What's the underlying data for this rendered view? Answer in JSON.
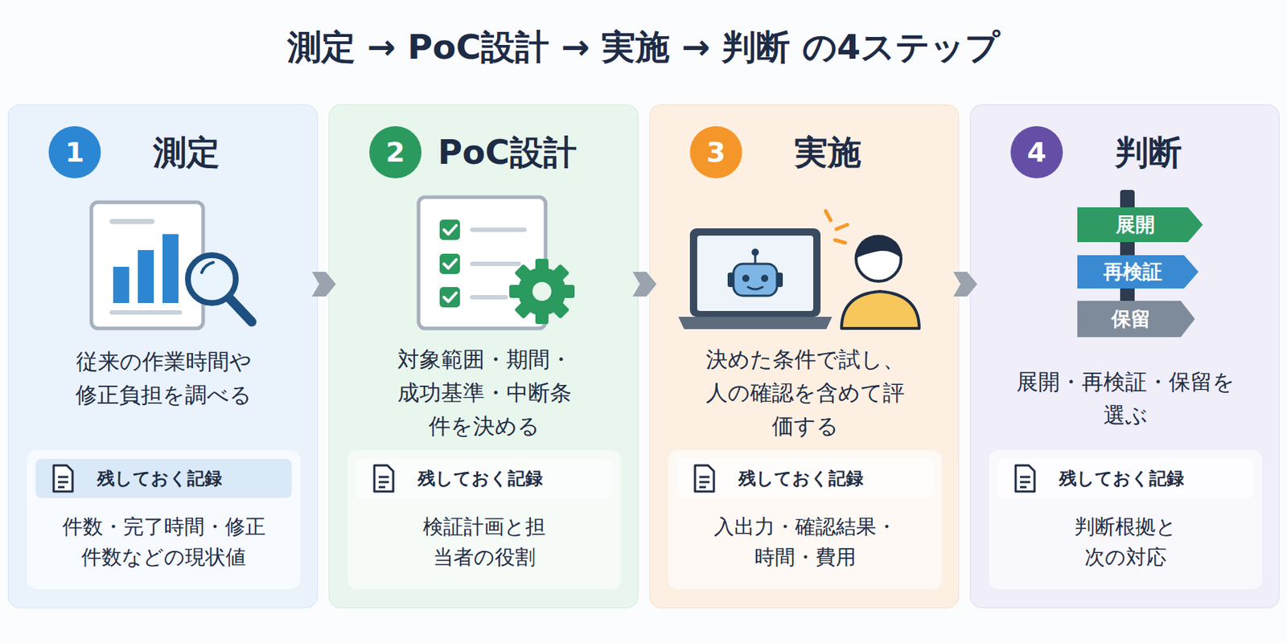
{
  "diagram": {
    "title": "測定 → PoC設計 → 実施 → 判断 の4ステップ",
    "nodes": [
      {
        "text": [
          "測定",
          "従来の作業時間や修正負担を調べる"
        ]
      },
      {
        "text": [
          "1"
        ],
        "in": 0
      },
      {
        "text": [
          "残しておく記録",
          "件数・完了時間・修正件数などの現状値"
        ],
        "in": 0
      },
      {
        "text": [
          "PoC設計",
          "対象範囲・期間・成功基準・中断条件を決める"
        ]
      },
      {
        "text": [
          "2"
        ],
        "in": 3
      },
      {
        "text": [
          "残しておく記録",
          "検証計画と担当者の役割"
        ],
        "in": 3
      },
      {
        "text": [
          "実施",
          "決めた条件で試し、人の確認を含めて評価する"
        ]
      },
      {
        "text": [
          "3"
        ],
        "in": 6
      },
      {
        "text": [
          "残しておく記録",
          "入出力・確認結果・時間・費用"
        ],
        "in": 6
      },
      {
        "text": [
          "判断",
          "展開・再検証・保留を選ぶ"
        ]
      },
      {
        "text": [
          "4"
        ],
        "in": 9
      },
      {
        "text": [
          "展開"
        ],
        "in": 9
      },
      {
        "text": [
          "再検証"
        ],
        "in": 9
      },
      {
        "text": [
          "保留"
        ],
        "in": 9
      },
      {
        "text": [
          "残しておく記録",
          "判断根拠と次の対応"
        ],
        "in": 9
      }
    ],
    "edges": [
      {
        "from": 0,
        "to": 3,
        "arrow": "to"
      },
      {
        "from": 3,
        "to": 6,
        "arrow": "to"
      },
      {
        "from": 6,
        "to": 9,
        "arrow": "to"
      }
    ]
  }
}
